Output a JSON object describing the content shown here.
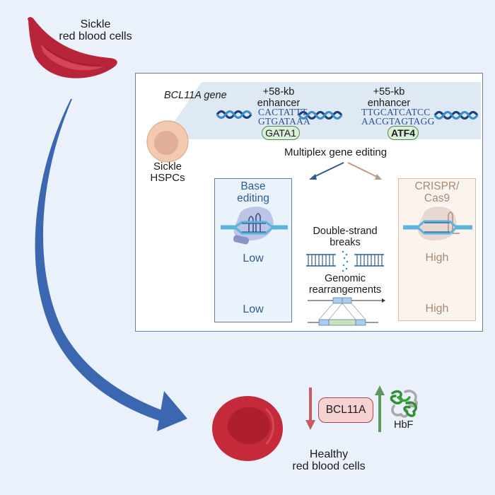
{
  "top": {
    "sickle_rbc_label_line1": "Sickle",
    "sickle_rbc_label_line2": "red blood cells"
  },
  "gene_panel": {
    "gene_name": "BCL11A gene",
    "enhancer1": {
      "label_line1": "+58-kb",
      "label_line2": "enhancer",
      "seq_top": "CACTATTT",
      "seq_bottom": "GTGATAAA",
      "factor": "GATA1"
    },
    "enhancer2": {
      "label_line1": "+55-kb",
      "label_line2": "enhancer",
      "seq_top": "TTGCATCATCC",
      "seq_bottom": "AACGTAGTAGG",
      "factor": "ATF4"
    },
    "hspc_label_line1": "Sickle",
    "hspc_label_line2": "HSPCs",
    "multiplex_label": "Multiplex gene editing"
  },
  "base_editing": {
    "title_line1": "Base",
    "title_line2": "editing",
    "dsb_level": "Low",
    "rearrangement_level": "Low"
  },
  "center": {
    "dsb_line1": "Double-strand",
    "dsb_line2": "breaks",
    "rearr_line1": "Genomic",
    "rearr_line2": "rearrangements"
  },
  "crispr": {
    "title_line1": "CRISPR/",
    "title_line2": "Cas9",
    "dsb_level": "High",
    "rearrangement_level": "High"
  },
  "bottom": {
    "bcl11a_label": "BCL11A",
    "hbf_label": "HbF",
    "healthy_line1": "Healthy",
    "healthy_line2": "red blood cells"
  },
  "colors": {
    "background": "#eaf1fa",
    "rbc_red": "#c0283a",
    "main_arrow_blue": "#3a67b0",
    "base_editing_blue": "#2d5c8a",
    "crispr_tan": "#a88a78",
    "gata_green": "#d9efd8",
    "bcl11a_pink": "#f6d2d2",
    "down_arrow": "#c85a63",
    "up_arrow": "#5b9a5c",
    "hbf_green": "#2f8f33"
  }
}
